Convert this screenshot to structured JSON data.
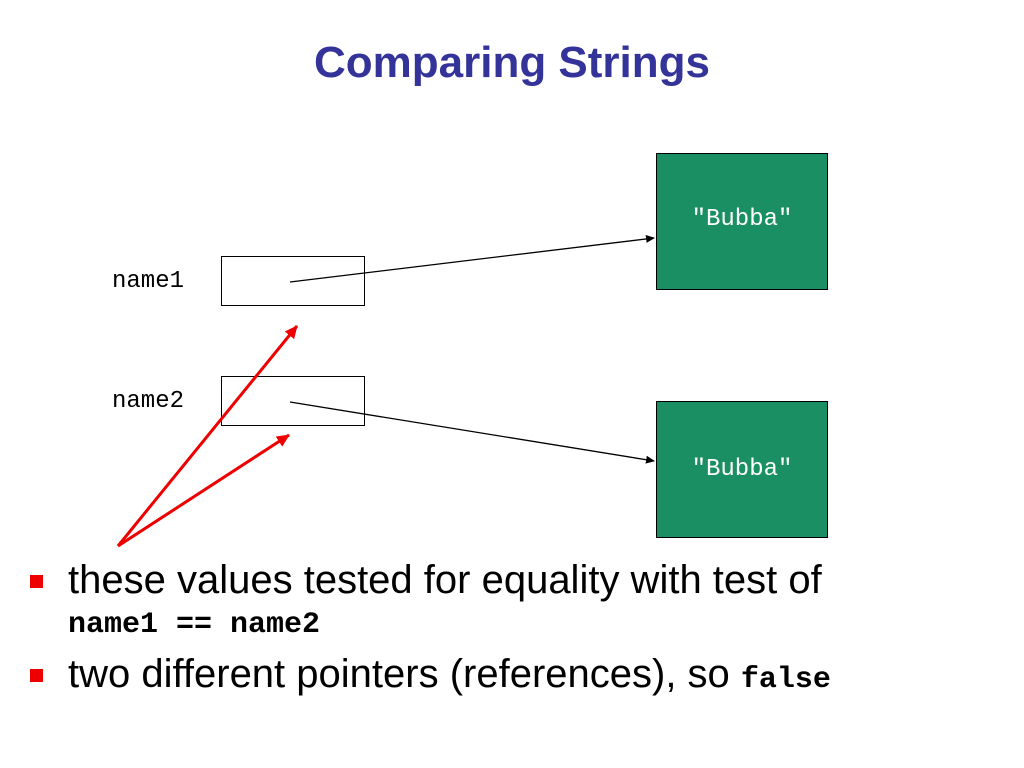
{
  "title": "Comparing Strings",
  "diagram": {
    "references": [
      {
        "label": "name1"
      },
      {
        "label": "name2"
      }
    ],
    "objects": [
      {
        "text": "\"Bubba\"",
        "color": "#1a8f63"
      },
      {
        "text": "\"Bubba\"",
        "color": "#1a8f63"
      }
    ],
    "arrow_color": "#000000",
    "highlight_arrow_color": "#ee0000"
  },
  "bullets": [
    {
      "text": "these values tested for equality with test of",
      "code": "name1 == name2"
    },
    {
      "text": "two different pointers (references), so ",
      "code": "false"
    }
  ],
  "colors": {
    "title": "#333399",
    "bullet": "#ee0000"
  }
}
